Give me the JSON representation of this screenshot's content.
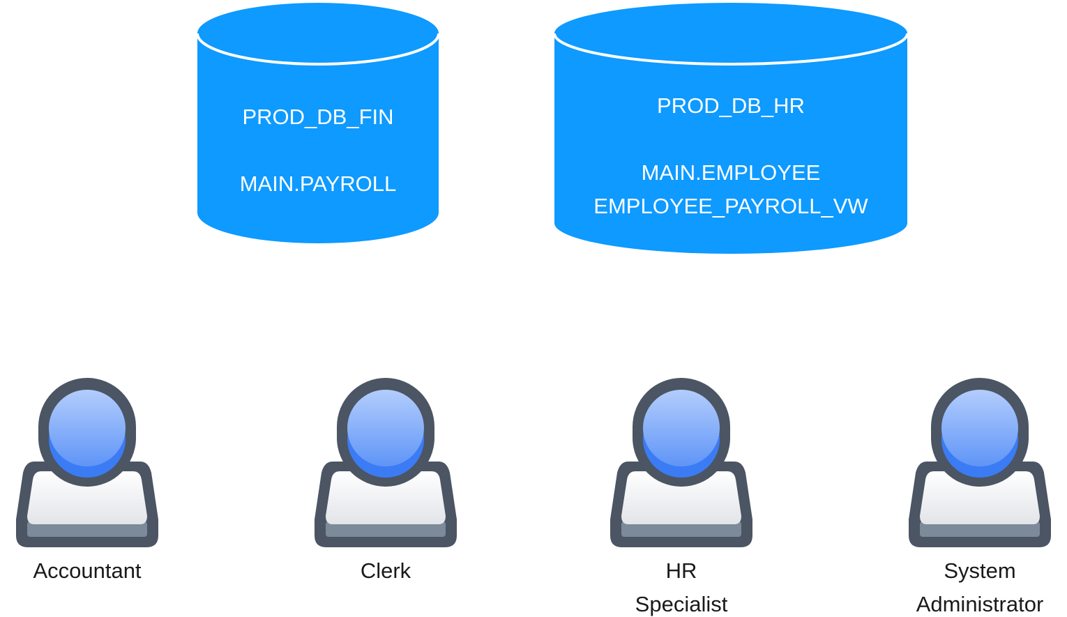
{
  "colors": {
    "database_fill": "#0e9aff",
    "database_rim": "#ffffff",
    "user_outline": "#4b5563",
    "user_head_top": "#b3cdfd",
    "user_head_bottom": "#3b7cf4",
    "user_body_top": "#ffffff",
    "user_body_bottom": "#e2e4e8",
    "user_base": "#7c8a9a",
    "label_text": "#1a1a1a"
  },
  "databases": [
    {
      "name": "PROD_DB_FIN",
      "objects": [
        "MAIN.PAYROLL"
      ]
    },
    {
      "name": "PROD_DB_HR",
      "objects": [
        "MAIN.EMPLOYEE",
        "EMPLOYEE_PAYROLL_VW"
      ]
    }
  ],
  "users": [
    {
      "icon": "user-icon",
      "label_lines": [
        "Accountant"
      ]
    },
    {
      "icon": "user-icon",
      "label_lines": [
        "Clerk"
      ]
    },
    {
      "icon": "user-icon",
      "label_lines": [
        "HR",
        "Specialist"
      ]
    },
    {
      "icon": "user-icon",
      "label_lines": [
        "System",
        "Administrator"
      ]
    }
  ]
}
